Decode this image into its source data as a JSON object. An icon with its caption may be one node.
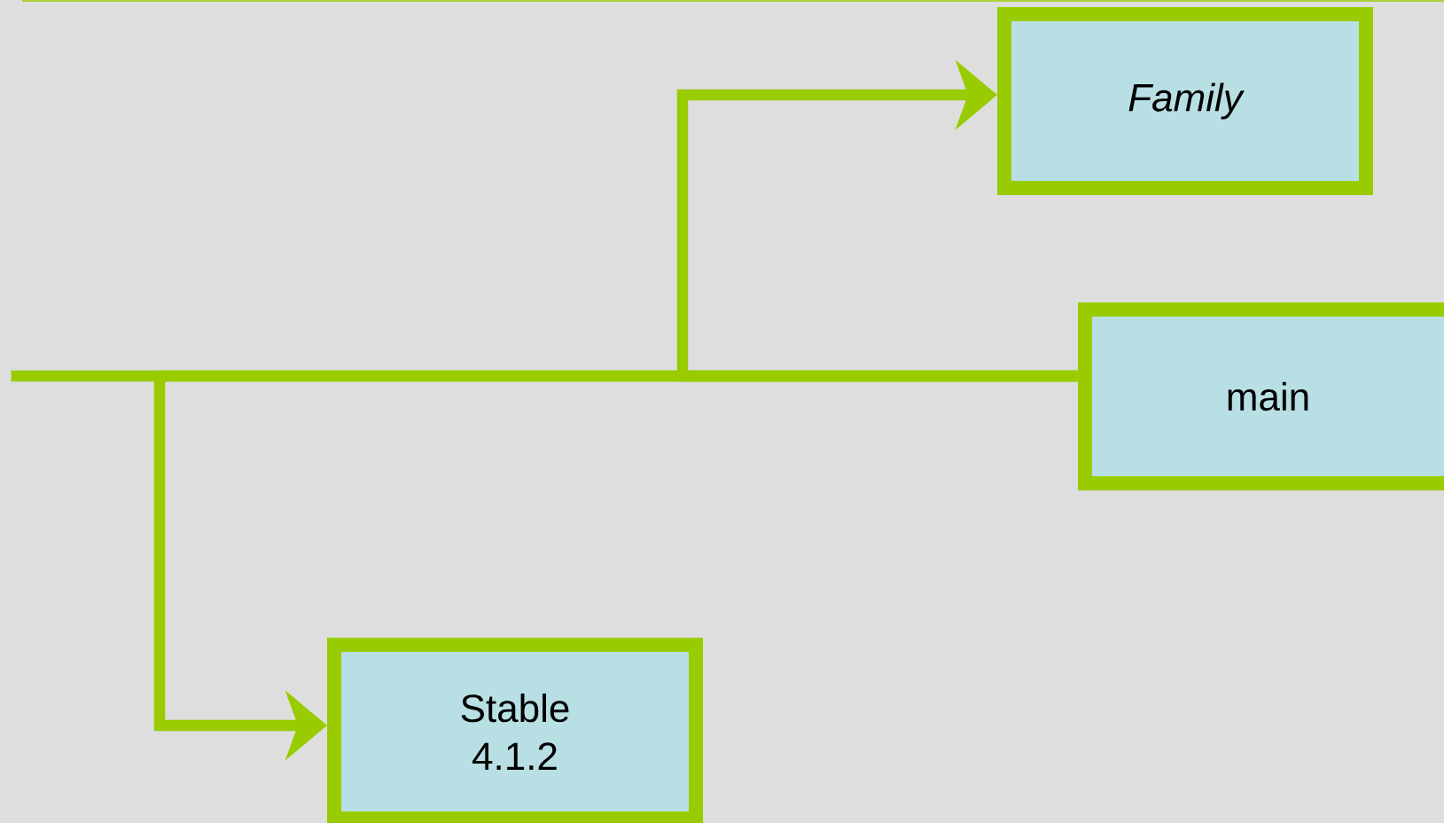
{
  "diagram": {
    "nodes": [
      {
        "text": [
          "Family"
        ]
      },
      {
        "text": [
          "main"
        ]
      },
      {
        "text": [
          "Stable 4.1.2"
        ]
      }
    ],
    "edges": [
      {
        "from": null,
        "to": 1,
        "arrow": "none"
      },
      {
        "from": 1,
        "to": 0,
        "arrow": "to"
      },
      {
        "from": 1,
        "to": 2,
        "arrow": "to"
      }
    ]
  }
}
